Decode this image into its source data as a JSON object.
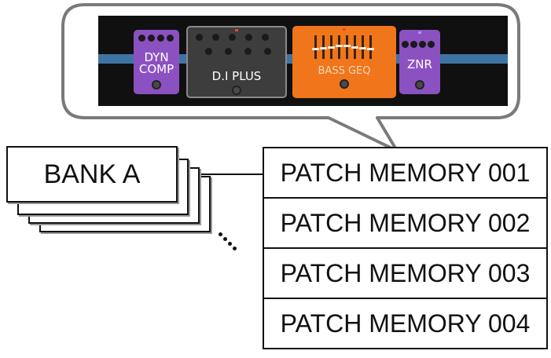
{
  "callout": {
    "pedals": [
      {
        "name": "DYN COMP",
        "line1": "DYN",
        "line2": "COMP",
        "color": "#8b51c1"
      },
      {
        "name": "D.I PLUS",
        "color": "#3d3d3d"
      },
      {
        "name": "BASS GEQ",
        "color": "#f0751b"
      },
      {
        "name": "ZNR",
        "color": "#8b51c1"
      }
    ],
    "rail_color": "#3f73a3"
  },
  "bank": {
    "label": "BANK A",
    "stack_count": 4
  },
  "patches": [
    "PATCH MEMORY 001",
    "PATCH MEMORY 002",
    "PATCH MEMORY 003",
    "PATCH MEMORY 004"
  ],
  "ellipsis_icon": "ellipsis-diagonal-icon"
}
